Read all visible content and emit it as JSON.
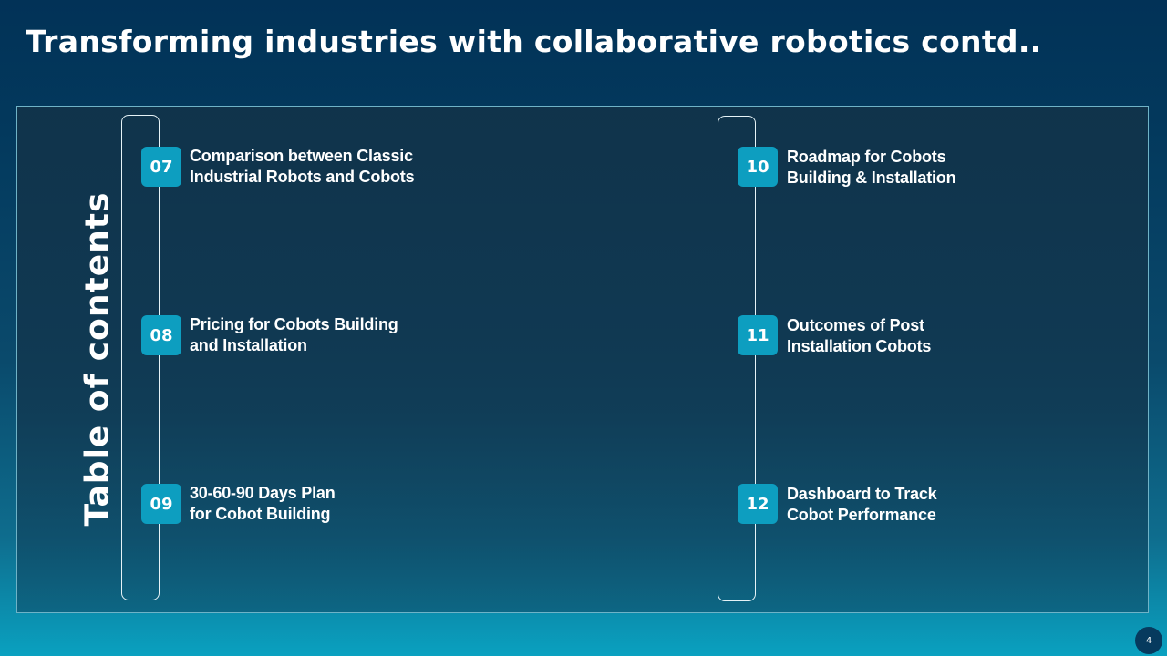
{
  "slide": {
    "title": "Transforming industries with collaborative robotics contd..",
    "section_label": "Table of contents",
    "page_number": "4"
  },
  "items": [
    {
      "number": "07",
      "lines": [
        "Comparison between Classic",
        "Industrial Robots and Cobots"
      ]
    },
    {
      "number": "08",
      "lines": [
        "Pricing for Cobots Building",
        "and Installation"
      ]
    },
    {
      "number": "09",
      "lines": [
        "30-60-90 Days Plan",
        "for Cobot Building"
      ]
    },
    {
      "number": "10",
      "lines": [
        "Roadmap for Cobots",
        "Building & Installation"
      ]
    },
    {
      "number": "11",
      "lines": [
        "Outcomes of Post",
        "Installation Cobots"
      ]
    },
    {
      "number": "12",
      "lines": [
        "Dashboard to Track",
        "Cobot Performance"
      ]
    }
  ],
  "colors": {
    "background_top": "#023257",
    "background_bottom": "#0aa1c0",
    "badge": "#0d9ec0",
    "text": "#ffffff"
  }
}
